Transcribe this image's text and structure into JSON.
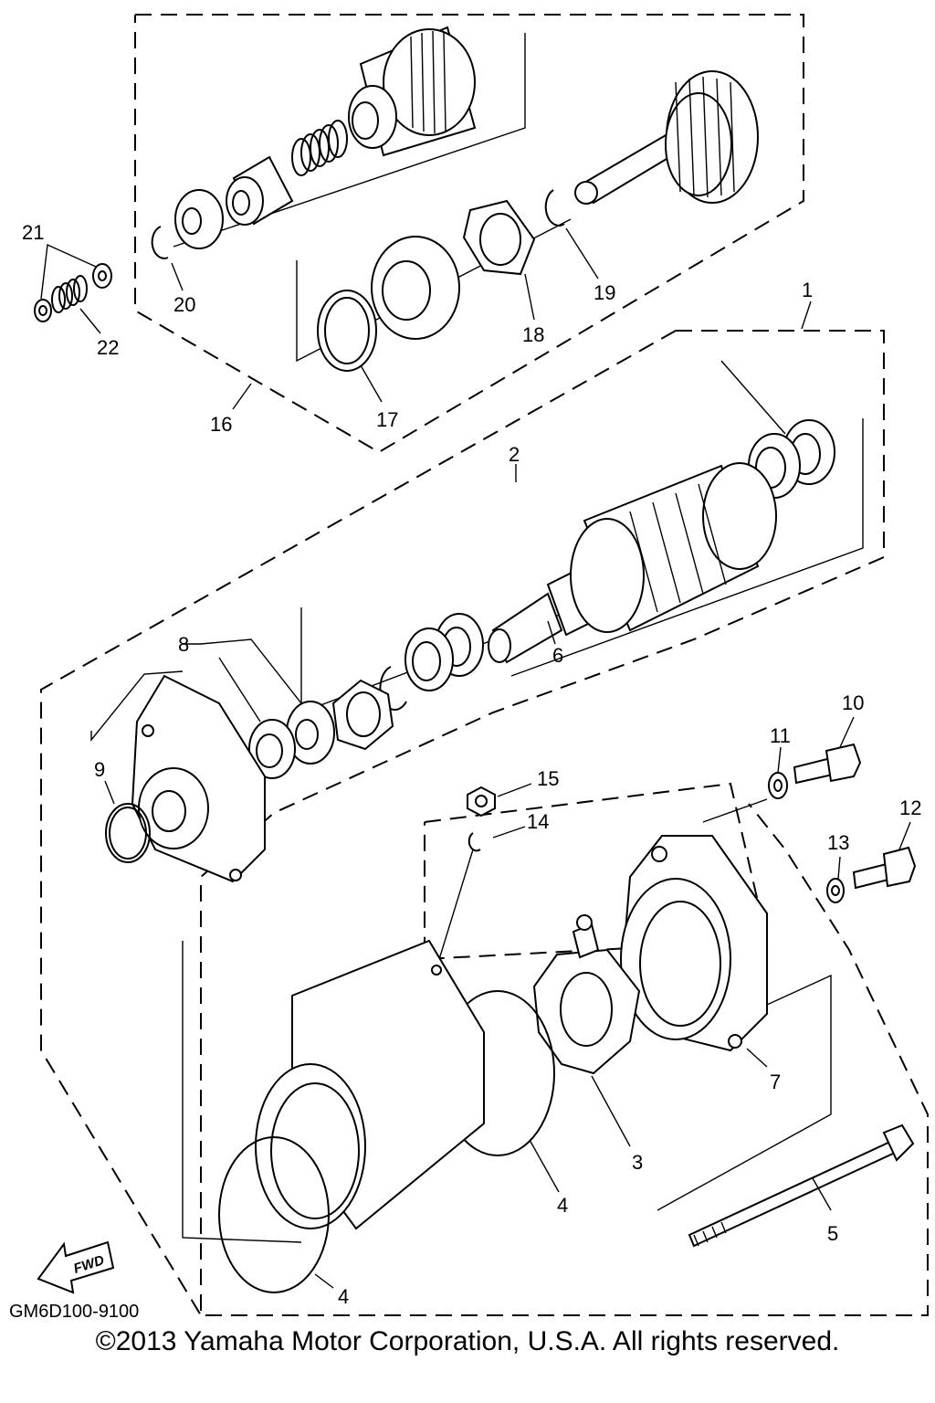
{
  "diagram_code": "GM6D100-9100",
  "copyright": "©2013 Yamaha Motor Corporation, U.S.A. All rights reserved.",
  "fwd_label": "FWD",
  "callouts": {
    "c1": "1",
    "c2": "2",
    "c3": "3",
    "c4a": "4",
    "c4b": "4",
    "c5": "5",
    "c6": "6",
    "c7": "7",
    "c8": "8",
    "c9": "9",
    "c10": "10",
    "c11": "11",
    "c12": "12",
    "c13": "13",
    "c14": "14",
    "c15": "15",
    "c16": "16",
    "c17": "17",
    "c18": "18",
    "c19": "19",
    "c20": "20",
    "c21": "21",
    "c22": "22"
  }
}
